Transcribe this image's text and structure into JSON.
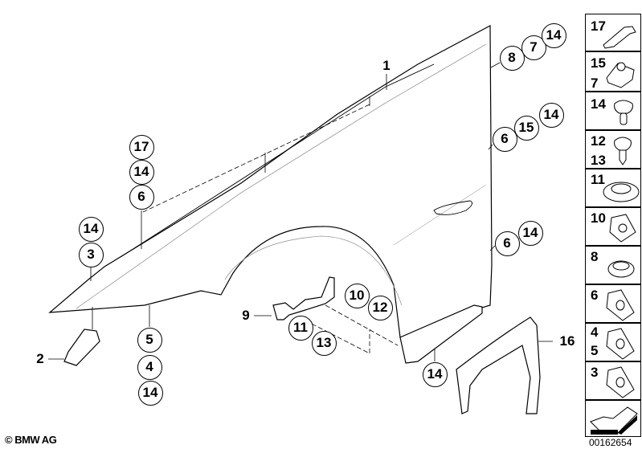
{
  "callouts": {
    "c1": "1",
    "c8": "8",
    "c7a": "7",
    "c14a": "14",
    "c6a": "6",
    "c15a": "15",
    "c14b": "14",
    "c17a": "17",
    "c14c": "14",
    "c6b": "6",
    "c14d": "14",
    "c3a": "3",
    "c6c": "6",
    "c14e": "14",
    "c10a": "10",
    "c12a": "12",
    "c9": "9",
    "c11a": "11",
    "c13a": "13",
    "c5a": "5",
    "c4a": "4",
    "c14f": "14",
    "c2": "2",
    "c14g": "14",
    "c16": "16"
  },
  "parts_panel": [
    {
      "labels": [
        "17"
      ]
    },
    {
      "labels": [
        "15",
        "7"
      ]
    },
    {
      "labels": [
        "14"
      ]
    },
    {
      "labels": [
        "12",
        "13"
      ]
    },
    {
      "labels": [
        "11"
      ]
    },
    {
      "labels": [
        "10"
      ]
    },
    {
      "labels": [
        "8"
      ]
    },
    {
      "labels": [
        "6"
      ]
    },
    {
      "labels": [
        "4",
        "5"
      ]
    },
    {
      "labels": [
        "3"
      ]
    }
  ],
  "copyright": "© BMW AG",
  "image_id": "00162654"
}
